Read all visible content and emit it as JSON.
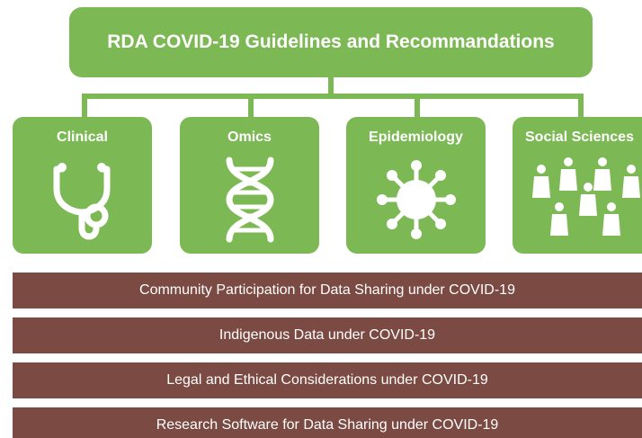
{
  "colors": {
    "green": "#7cb854",
    "brown": "#7b4a42",
    "white": "#ffffff"
  },
  "title": "RDA COVID-19 Guidelines and Recommandations",
  "categories": [
    {
      "label": "Clinical",
      "icon": "stethoscope-icon"
    },
    {
      "label": "Omics",
      "icon": "dna-helix-icon"
    },
    {
      "label": "Epidemiology",
      "icon": "virus-icon"
    },
    {
      "label": "Social Sciences",
      "icon": "people-icon"
    }
  ],
  "cross_cutting": [
    "Community Participation for Data Sharing under COVID-19",
    "Indigenous Data under COVID-19",
    "Legal and Ethical Considerations under COVID-19",
    "Research Software for Data Sharing under COVID-19"
  ]
}
